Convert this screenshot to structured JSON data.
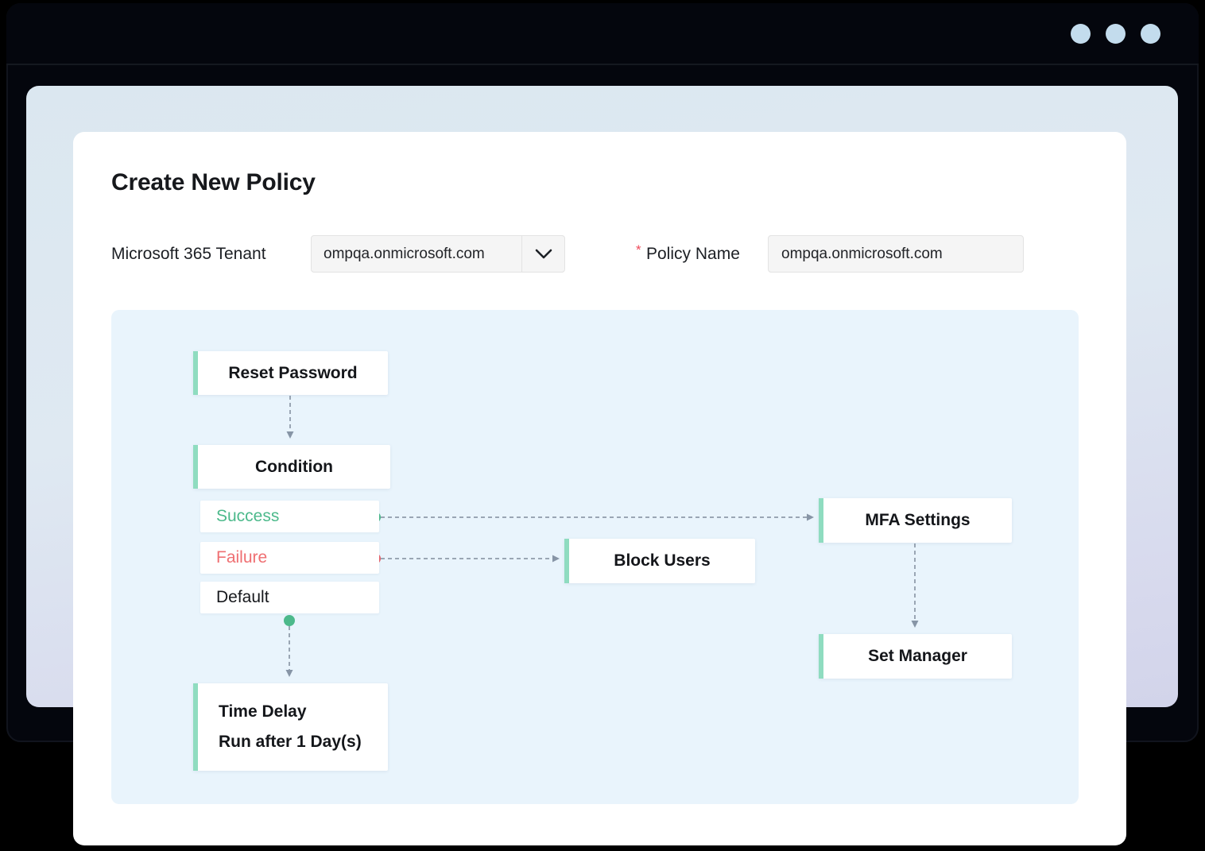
{
  "window": {
    "traffic_lights": [
      "minimize-dot",
      "maximize-dot",
      "close-dot"
    ],
    "dot_color": "#c3dced"
  },
  "page": {
    "title": "Create New Policy"
  },
  "form": {
    "tenant": {
      "label": "Microsoft 365 Tenant",
      "value": "ompqa.onmicrosoft.com",
      "caret_icon": "chevron-down-icon"
    },
    "policy_name": {
      "required_marker": "*",
      "label": "Policy Name",
      "value": "ompqa.onmicrosoft.com",
      "placeholder": "ompqa.onmicrosoft.com"
    }
  },
  "flow": {
    "colors": {
      "accent_bar": "#8fdcc0",
      "success": "#4cb98b",
      "failure": "#ef6f72",
      "connector": "#9aa6b4",
      "canvas": "#e9f4fc"
    },
    "nodes": {
      "reset_password": {
        "title": "Reset Password"
      },
      "condition": {
        "title": "Condition"
      },
      "time_delay": {
        "title": "Time Delay",
        "subtitle": "Run after 1 Day(s)"
      },
      "block_users": {
        "title": "Block Users"
      },
      "mfa_settings": {
        "title": "MFA Settings"
      },
      "set_manager": {
        "title": "Set Manager"
      }
    },
    "branches": [
      {
        "label": "Success",
        "state": "success"
      },
      {
        "label": "Failure",
        "state": "failure"
      },
      {
        "label": "Default",
        "state": "default"
      }
    ],
    "connections": [
      {
        "from": "reset_password",
        "to": "condition"
      },
      {
        "from": "success",
        "to": "mfa_settings"
      },
      {
        "from": "failure",
        "to": "block_users"
      },
      {
        "from": "default",
        "to": "time_delay"
      },
      {
        "from": "mfa_settings",
        "to": "set_manager"
      }
    ]
  }
}
